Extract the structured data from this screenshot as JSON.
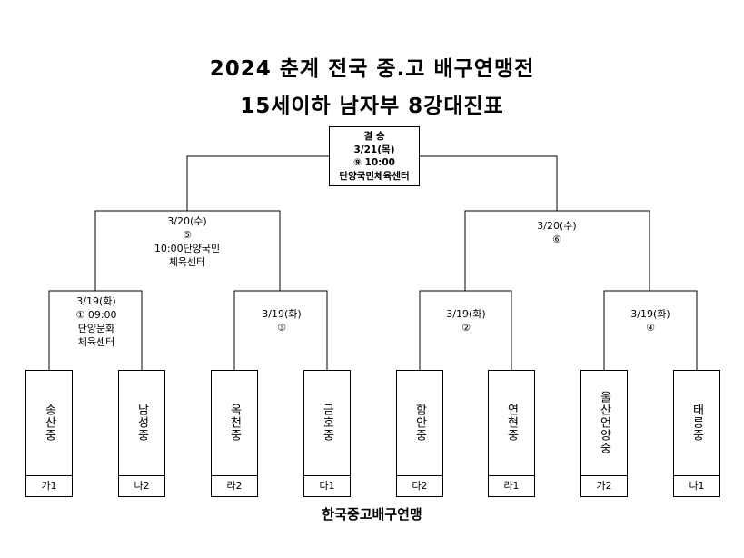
{
  "title": {
    "line1": "2024 춘계 전국 중.고 배구연맹전",
    "line2": "15세이하 남자부 8강대진표"
  },
  "final": {
    "label": "결  승",
    "date": "3/21(목)",
    "time": "⑨ 10:00",
    "venue": "단양국민체육센터"
  },
  "semis": [
    {
      "date": "3/20(수)",
      "match": "⑤",
      "time_venue": "10:00단양국민",
      "venue2": "체육센터"
    },
    {
      "date": "3/20(수)",
      "match": "⑥"
    }
  ],
  "quarters": [
    {
      "date": "3/19(화)",
      "match": "①  09:00",
      "venue": "단양문화",
      "venue2": "체육센터"
    },
    {
      "date": "3/19(화)",
      "match": "③"
    },
    {
      "date": "3/19(화)",
      "match": "②"
    },
    {
      "date": "3/19(화)",
      "match": "④"
    }
  ],
  "teams": [
    {
      "name": "송산중",
      "seed": "가1"
    },
    {
      "name": "남성중",
      "seed": "나2"
    },
    {
      "name": "옥천중",
      "seed": "라2"
    },
    {
      "name": "금호중",
      "seed": "다1"
    },
    {
      "name": "함안중",
      "seed": "다2"
    },
    {
      "name": "연현중",
      "seed": "라1"
    },
    {
      "name": "울산언양중",
      "seed": "가2"
    },
    {
      "name": "태릉중",
      "seed": "나1"
    }
  ],
  "footer": "한국중고배구연맹"
}
